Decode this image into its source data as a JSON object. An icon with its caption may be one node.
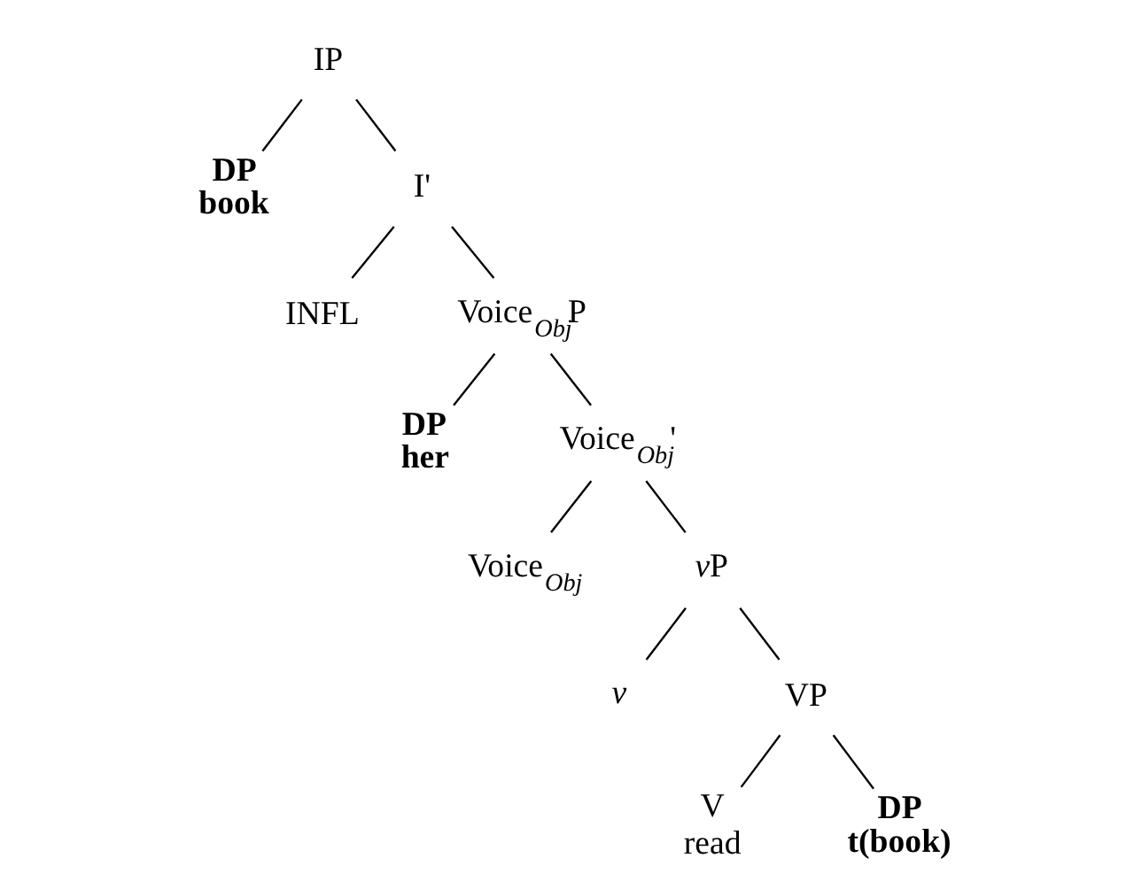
{
  "diagram": {
    "nodes": [
      {
        "text": [
          "IP"
        ]
      },
      {
        "text": [
          "DP",
          "book"
        ]
      },
      {
        "text": [
          "I'"
        ]
      },
      {
        "text": [
          "INFL"
        ]
      },
      {
        "text": [
          "Voice$_{Obj}$P"
        ]
      },
      {
        "text": [
          "DP",
          "her"
        ]
      },
      {
        "text": [
          "Voice$_{Obj}$'"
        ]
      },
      {
        "text": [
          "Voice$_{Obj}$"
        ]
      },
      {
        "text": [
          "vP"
        ]
      },
      {
        "text": [
          "v"
        ]
      },
      {
        "text": [
          "VP"
        ]
      },
      {
        "text": [
          "V",
          "read"
        ]
      },
      {
        "text": [
          "DP",
          "t(book)"
        ]
      }
    ],
    "edges": [
      {
        "from": 0,
        "to": 1,
        "arrow": "none"
      },
      {
        "from": 0,
        "to": 2,
        "arrow": "none"
      },
      {
        "from": 2,
        "to": 3,
        "arrow": "none"
      },
      {
        "from": 2,
        "to": 4,
        "arrow": "none"
      },
      {
        "from": 4,
        "to": 5,
        "arrow": "none"
      },
      {
        "from": 4,
        "to": 6,
        "arrow": "none"
      },
      {
        "from": 6,
        "to": 7,
        "arrow": "none"
      },
      {
        "from": 6,
        "to": 8,
        "arrow": "none"
      },
      {
        "from": 8,
        "to": 9,
        "arrow": "none"
      },
      {
        "from": 8,
        "to": 10,
        "arrow": "none"
      },
      {
        "from": 10,
        "to": 11,
        "arrow": "none"
      },
      {
        "from": 10,
        "to": 12,
        "arrow": "none"
      }
    ]
  }
}
